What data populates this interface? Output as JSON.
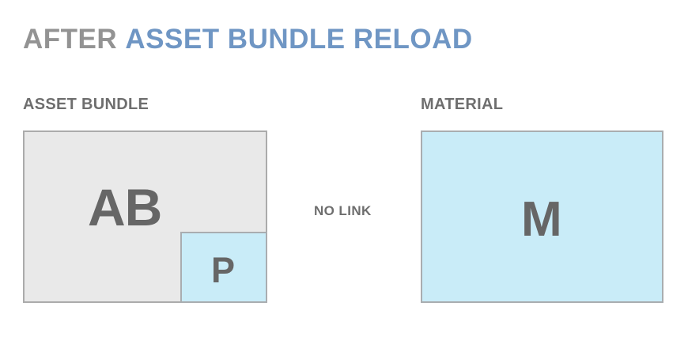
{
  "title": {
    "prefix": "AFTER",
    "accent": "ASSET BUNDLE RELOAD"
  },
  "sections": [
    {
      "label": "ASSET BUNDLE"
    },
    {
      "label": "MATERIAL"
    }
  ],
  "boxes": {
    "asset_bundle": {
      "letter": "AB",
      "fill": "#e9e9e9",
      "border": "#ababab"
    },
    "prefab": {
      "letter": "P",
      "fill": "#c9ecf8",
      "border": "#a9adb0"
    },
    "material": {
      "letter": "M",
      "fill": "#c9ecf8",
      "border": "#a9adb0"
    }
  },
  "connector": {
    "label": "NO LINK"
  },
  "colors": {
    "accent_blue": "#6f96c4",
    "title_gray": "#939393",
    "text_gray": "#6e6e6e",
    "letter_gray": "#666666",
    "light_blue_fill": "#c9ecf8",
    "gray_fill": "#e9e9e9",
    "background": "#ffffff"
  }
}
